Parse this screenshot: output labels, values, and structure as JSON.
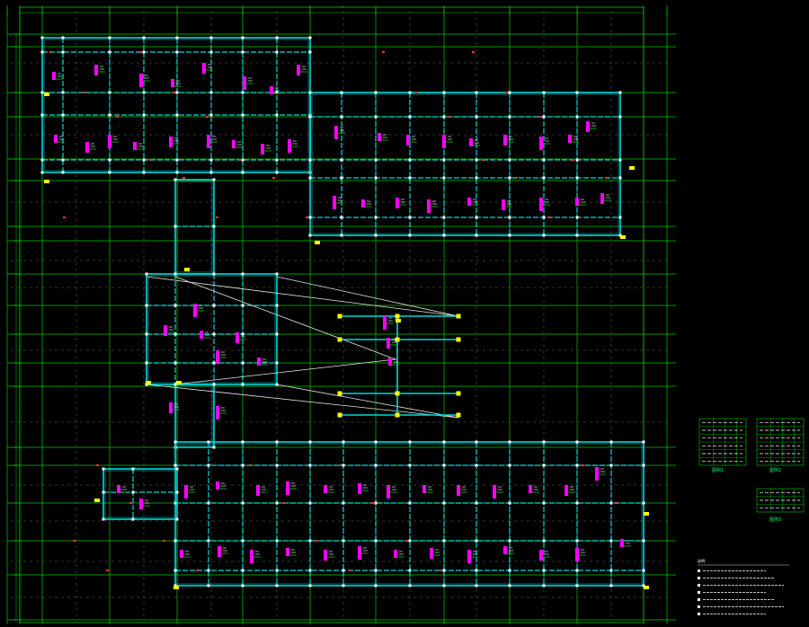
{
  "drawing": {
    "top_dimension": "—",
    "tables": [
      {
        "caption": "图例1",
        "rows": 6
      },
      {
        "caption": "图例2",
        "rows": 6
      },
      {
        "caption": "图例3",
        "rows": 3
      }
    ],
    "notes_title": "说明："
  },
  "colors": {
    "background": "#000000",
    "axis": "#00c800",
    "beam": "#00d8d8",
    "bar": "#ff00ff",
    "node": "#ffff00",
    "link": "#e8e8e8",
    "accent": "#ff3030"
  }
}
